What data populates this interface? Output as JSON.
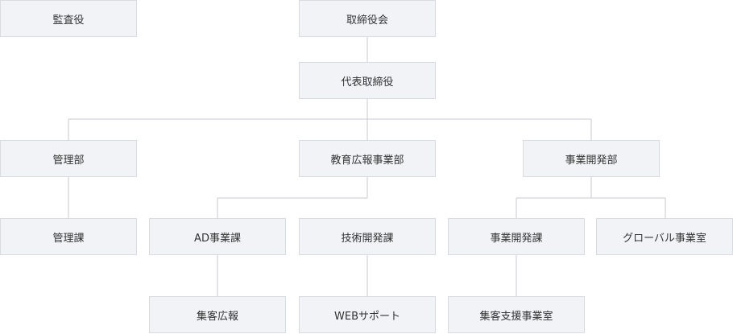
{
  "org_chart": {
    "auditor": "監査役",
    "board": "取締役会",
    "ceo": "代表取締役",
    "departments": {
      "management": {
        "label": "管理部",
        "sections": [
          "管理課"
        ]
      },
      "education_pr": {
        "label": "教育広報事業部",
        "sections": [
          "AD事業課",
          "技術開発課"
        ],
        "sub_sections": {
          "ad": "集客広報",
          "tech": "WEBサポート"
        }
      },
      "business_dev": {
        "label": "事業開発部",
        "sections": [
          "事業開発課",
          "グローバル事業室"
        ],
        "sub_sections": {
          "bizdev": "集客支援事業室"
        }
      }
    }
  },
  "colors": {
    "box_fill": "#f2f3f6",
    "box_border": "#d9dbe2",
    "line": "#c8cad0",
    "text": "#333333"
  }
}
